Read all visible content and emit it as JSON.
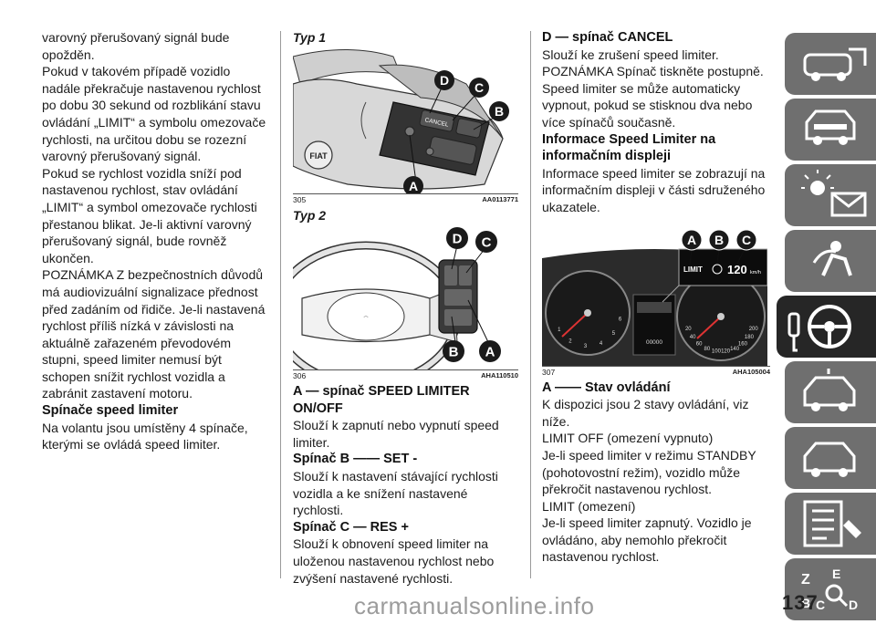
{
  "col1": {
    "p1": "varovný přerušovaný signál bude opožděn.",
    "p2": "Pokud v takovém případě vozidlo nadále překračuje nastavenou rychlost po dobu 30 sekund od rozblikání stavu ovládání „LIMIT“ a symbolu omezovače rychlosti, na určitou dobu se rozezní varovný přerušovaný signál.",
    "p3": "Pokud se rychlost vozidla sníží pod nastavenou rychlost, stav ovládání „LIMIT“ a symbol omezovače rychlosti přestanou blikat. Je-li aktivní varovný přerušovaný signál, bude rovněž ukončen.",
    "p4": "POZNÁMKA Z bezpečnostních důvodů má audiovizuální signalizace přednost před zadáním od řidiče. Je-li nastavená rychlost příliš nízká v závislosti na aktuálně zařazeném převodovém stupni, speed limiter nemusí být schopen snížit rychlost vozidla a zabránit zastavení motoru.",
    "h1": "Spínače speed limiter",
    "p5": "Na volantu jsou umístěny 4 spínače, kterými se ovládá speed limiter."
  },
  "col2": {
    "typ1": "Typ 1",
    "fig305_num": "305",
    "fig305_code": "AA0113771",
    "typ2": "Typ 2",
    "fig306_num": "306",
    "fig306_code": "AHA110510",
    "hA": "A — spínač SPEED LIMITER ON/OFF",
    "pA": "Slouží k zapnutí nebo vypnutí speed limiter.",
    "hB": "Spínač B —— SET -",
    "pB": "Slouží k nastavení stávající rychlosti vozidla a ke snížení nastavené rychlosti.",
    "hC": "Spínač C — RES +",
    "pC": "Slouží k obnovení speed limiter na uloženou nastavenou rychlost nebo zvýšení nastavené rychlosti."
  },
  "fig305": {
    "cancel": "CANCEL",
    "logo": "FIAT",
    "labels": [
      "D",
      "C",
      "B",
      "A"
    ]
  },
  "fig306": {
    "labels": [
      "D",
      "C",
      "B",
      "A"
    ]
  },
  "col3": {
    "hD": "D — spínač CANCEL",
    "pD1": "Slouží ke zrušení speed limiter.",
    "pD2": "POZNÁMKA Spínač tiskněte postupně. Speed limiter se může automaticky vypnout, pokud se stisknou dva nebo více spínačů současně.",
    "hInfo": "Informace Speed Limiter na informačním displeji",
    "pInfo": "Informace speed limiter se zobrazují na informačním displeji v části sdruženého ukazatele.",
    "fig307_num": "307",
    "fig307_code": "AHA105004",
    "hStav": "A —— Stav ovládání",
    "pStav1": "K dispozici jsou 2 stavy ovládání, viz níže.",
    "pStav2": "LIMIT OFF (omezení vypnuto)",
    "pStav3": "Je-li speed limiter v režimu STANDBY (pohotovostní režim), vozidlo může překročit nastavenou rychlost.",
    "pStav4": "LIMIT (omezení)",
    "pStav5": "Je-li speed limiter zapnutý. Vozidlo je ovládáno, aby nemohlo překročit nastavenou rychlost."
  },
  "fig307": {
    "labels": [
      "A",
      "B",
      "C"
    ],
    "limit": "LIMIT",
    "speed": "120",
    "unit": "km/h",
    "odo": "00000",
    "left_ticks": [
      "1",
      "2",
      "3",
      "4",
      "5",
      "6"
    ],
    "right_ticks": [
      "20",
      "40",
      "60",
      "80",
      "100",
      "120",
      "140",
      "160",
      "180",
      "200"
    ]
  },
  "sidebar": {
    "tabs": [
      {
        "icon": "car-info-icon",
        "active": false
      },
      {
        "icon": "car-dashboard-icon",
        "active": false
      },
      {
        "icon": "warning-lights-icon",
        "active": false
      },
      {
        "icon": "safety-airbag-icon",
        "active": false
      },
      {
        "icon": "steering-wheel-key-icon",
        "active": true
      },
      {
        "icon": "emergency-icon",
        "active": false
      },
      {
        "icon": "car-maintenance-icon",
        "active": false
      },
      {
        "icon": "technical-data-icon",
        "active": false
      },
      {
        "icon": "alphabetical-index-icon",
        "active": false
      }
    ]
  },
  "page_number": "137",
  "watermark": "carmanualsonline.info",
  "colors": {
    "tab": "#6f6f6f",
    "tab_active": "#262626",
    "badge": "#1a1a1a"
  }
}
